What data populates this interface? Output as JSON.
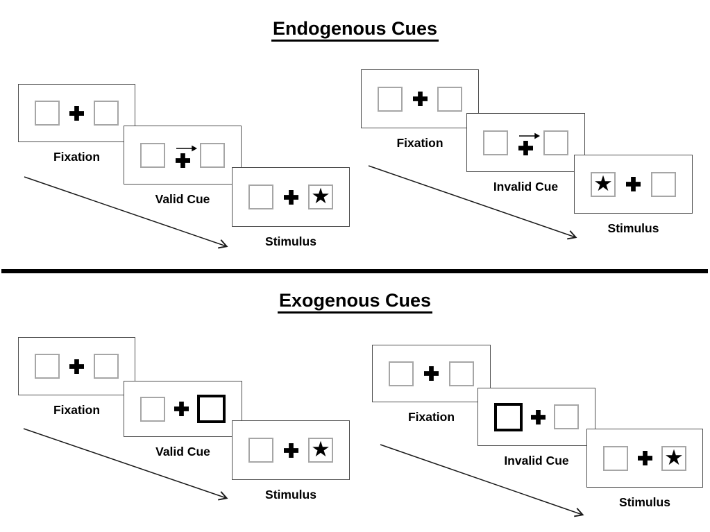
{
  "glyphs": {
    "star": "★"
  },
  "colors": {
    "background": "#ffffff",
    "ink": "#000000",
    "panel_border": "#4d4d4d",
    "placeholder_box_border": "#a6a6a6"
  },
  "sections": [
    {
      "title": "Endogenous Cues",
      "cue_kind": "central right-pointing arrow above fixation cross",
      "sequences": [
        {
          "name": "valid-trial",
          "steps": [
            {
              "label": "Fixation",
              "content": "two empty boxes, central cross"
            },
            {
              "label": "Valid Cue",
              "content": "right arrow above cross",
              "cue_side": "right"
            },
            {
              "label": "Stimulus",
              "content": "star in right box",
              "star_side": "right"
            }
          ]
        },
        {
          "name": "invalid-trial",
          "steps": [
            {
              "label": "Fixation",
              "content": "two empty boxes, central cross"
            },
            {
              "label": "Invalid Cue",
              "content": "right arrow above cross",
              "cue_side": "right"
            },
            {
              "label": "Stimulus",
              "content": "star in left box",
              "star_side": "left"
            }
          ]
        }
      ]
    },
    {
      "title": "Exogenous Cues",
      "cue_kind": "bold-outlined peripheral box",
      "sequences": [
        {
          "name": "valid-trial",
          "steps": [
            {
              "label": "Fixation",
              "content": "two empty boxes, central cross"
            },
            {
              "label": "Valid Cue",
              "content": "bold right box",
              "cue_side": "right"
            },
            {
              "label": "Stimulus",
              "content": "star in right box",
              "star_side": "right"
            }
          ]
        },
        {
          "name": "invalid-trial",
          "steps": [
            {
              "label": "Fixation",
              "content": "two empty boxes, central cross"
            },
            {
              "label": "Invalid Cue",
              "content": "bold left box",
              "cue_side": "left"
            },
            {
              "label": "Stimulus",
              "content": "star in right box",
              "star_side": "right"
            }
          ]
        }
      ]
    }
  ]
}
